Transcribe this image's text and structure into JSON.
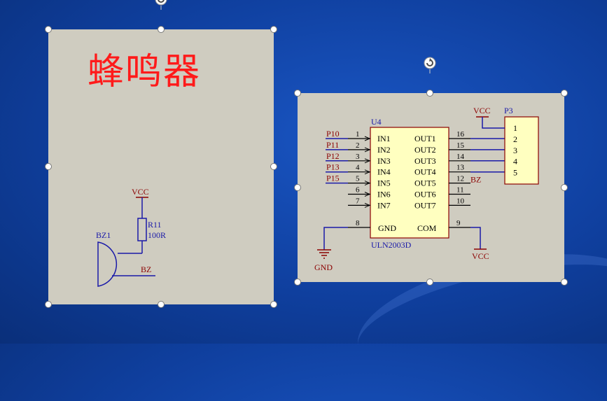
{
  "buzzer_panel": {
    "title": "蜂鸣器",
    "vcc": "VCC",
    "resistor_ref": "R11",
    "resistor_value": "100R",
    "buzzer_ref": "BZ1",
    "net_bz": "BZ"
  },
  "driver_panel": {
    "ic_ref": "U4",
    "ic_part": "ULN2003D",
    "inputs": [
      {
        "net": "P10",
        "pin": "1",
        "name": "IN1"
      },
      {
        "net": "P11",
        "pin": "2",
        "name": "IN2"
      },
      {
        "net": "P12",
        "pin": "3",
        "name": "IN3"
      },
      {
        "net": "P13",
        "pin": "4",
        "name": "IN4"
      },
      {
        "net": "P15",
        "pin": "5",
        "name": "IN5"
      },
      {
        "net": "",
        "pin": "6",
        "name": "IN6"
      },
      {
        "net": "",
        "pin": "7",
        "name": "IN7"
      }
    ],
    "outputs": [
      {
        "pin": "16",
        "name": "OUT1"
      },
      {
        "pin": "15",
        "name": "OUT2"
      },
      {
        "pin": "14",
        "name": "OUT3"
      },
      {
        "pin": "13",
        "name": "OUT4"
      },
      {
        "pin": "12",
        "name": "OUT5"
      },
      {
        "pin": "11",
        "name": "OUT6"
      },
      {
        "pin": "10",
        "name": "OUT7"
      }
    ],
    "gnd_pin": "8",
    "gnd_name": "GND",
    "gnd_net": "GND",
    "com_pin": "9",
    "com_name": "COM",
    "com_net": "VCC",
    "out5_net": "BZ",
    "connector_ref": "P3",
    "connector_pins": [
      "1",
      "2",
      "3",
      "4",
      "5"
    ],
    "connector_vcc": "VCC"
  },
  "colors": {
    "wire": "#1a1aa8",
    "label": "#8b0000",
    "component_fill": "#ffffc0",
    "title": "#ff1a1a"
  }
}
